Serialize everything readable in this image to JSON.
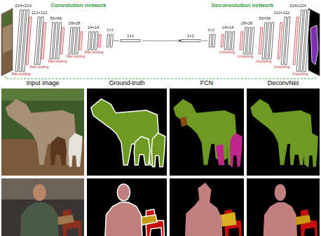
{
  "diagram": {
    "labels": [
      "224×224",
      "Convolution network",
      "Deconvolution network",
      "224×224",
      "112×112",
      "112×112",
      "56×56",
      "28×28",
      "14×14",
      "7×7",
      "1×1",
      "1×1",
      "7×7",
      "14×14",
      "28×28",
      "56×56",
      "Max pooling",
      "Max pooling",
      "Max pooling",
      "Max pooling",
      "Max pooling",
      "Unpooling",
      "Unpooling",
      "Unpooling",
      "Unpooling",
      "Unpooling",
      "Input image",
      "Ground-truth",
      "FCN",
      "DeconvNet"
    ]
  }
}
